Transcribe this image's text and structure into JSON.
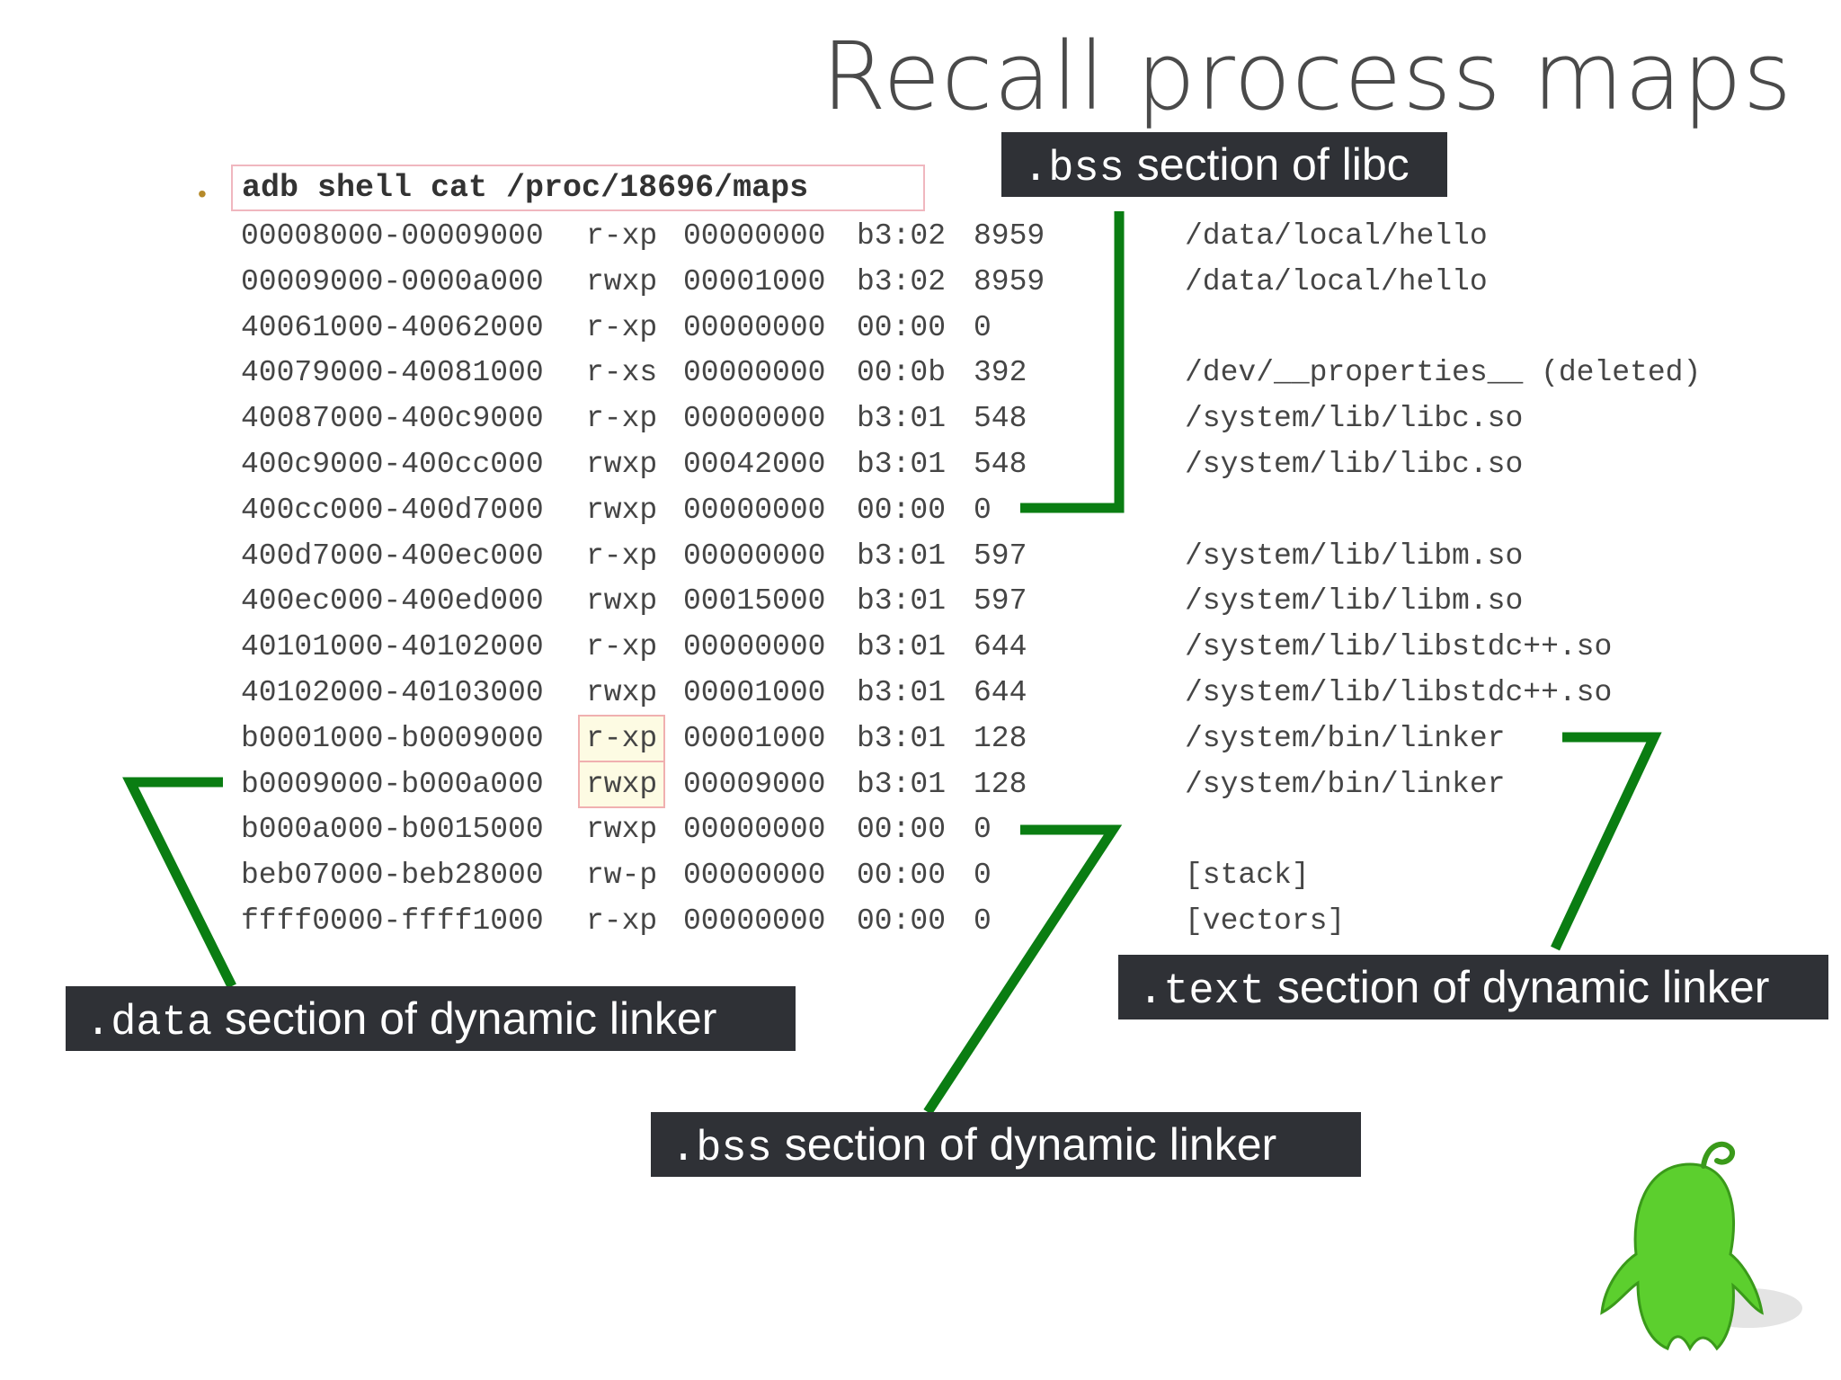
{
  "slide": {
    "title": "Recall process maps",
    "bullet": "•",
    "command": "adb shell cat /proc/18696/maps"
  },
  "maps": [
    {
      "range": "00008000-00009000",
      "perms": "r-xp",
      "offset": "00000000",
      "dev": "b3:02",
      "inode": "8959",
      "path": "/data/local/hello"
    },
    {
      "range": "00009000-0000a000",
      "perms": "rwxp",
      "offset": "00001000",
      "dev": "b3:02",
      "inode": "8959",
      "path": "/data/local/hello"
    },
    {
      "range": "40061000-40062000",
      "perms": "r-xp",
      "offset": "00000000",
      "dev": "00:00",
      "inode": "0",
      "path": ""
    },
    {
      "range": "40079000-40081000",
      "perms": "r-xs",
      "offset": "00000000",
      "dev": "00:0b",
      "inode": "392",
      "path": "/dev/__properties__ (deleted)"
    },
    {
      "range": "40087000-400c9000",
      "perms": "r-xp",
      "offset": "00000000",
      "dev": "b3:01",
      "inode": "548",
      "path": "/system/lib/libc.so"
    },
    {
      "range": "400c9000-400cc000",
      "perms": "rwxp",
      "offset": "00042000",
      "dev": "b3:01",
      "inode": "548",
      "path": "/system/lib/libc.so"
    },
    {
      "range": "400cc000-400d7000",
      "perms": "rwxp",
      "offset": "00000000",
      "dev": "00:00",
      "inode": "0",
      "path": ""
    },
    {
      "range": "400d7000-400ec000",
      "perms": "r-xp",
      "offset": "00000000",
      "dev": "b3:01",
      "inode": "597",
      "path": "/system/lib/libm.so"
    },
    {
      "range": "400ec000-400ed000",
      "perms": "rwxp",
      "offset": "00015000",
      "dev": "b3:01",
      "inode": "597",
      "path": "/system/lib/libm.so"
    },
    {
      "range": "40101000-40102000",
      "perms": "r-xp",
      "offset": "00000000",
      "dev": "b3:01",
      "inode": "644",
      "path": "/system/lib/libstdc++.so"
    },
    {
      "range": "40102000-40103000",
      "perms": "rwxp",
      "offset": "00001000",
      "dev": "b3:01",
      "inode": "644",
      "path": "/system/lib/libstdc++.so"
    },
    {
      "range": "b0001000-b0009000",
      "perms": "r-xp",
      "offset": "00001000",
      "dev": "b3:01",
      "inode": "128",
      "path": "/system/bin/linker",
      "highlight": true
    },
    {
      "range": "b0009000-b000a000",
      "perms": "rwxp",
      "offset": "00009000",
      "dev": "b3:01",
      "inode": "128",
      "path": "/system/bin/linker",
      "highlight": true
    },
    {
      "range": "b000a000-b0015000",
      "perms": "rwxp",
      "offset": "00000000",
      "dev": "00:00",
      "inode": "0",
      "path": ""
    },
    {
      "range": "beb07000-beb28000",
      "perms": "rw-p",
      "offset": "00000000",
      "dev": "00:00",
      "inode": "0",
      "path": "[stack]"
    },
    {
      "range": "ffff0000-ffff1000",
      "perms": "r-xp",
      "offset": "00000000",
      "dev": "00:00",
      "inode": "0",
      "path": "[vectors]"
    }
  ],
  "callouts": {
    "bss_libc": {
      "section": ".bss",
      "text": " section of libc"
    },
    "data_linker": {
      "section": ".data",
      "text": " section of dynamic linker"
    },
    "text_linker": {
      "section": ".text",
      "text": " section of dynamic linker"
    },
    "bss_linker": {
      "section": ".bss",
      "text": " section of dynamic linker"
    }
  },
  "colors": {
    "callout_bg": "#2f3136",
    "connector": "#0a7d12",
    "mascot": "#5ccf2e"
  }
}
